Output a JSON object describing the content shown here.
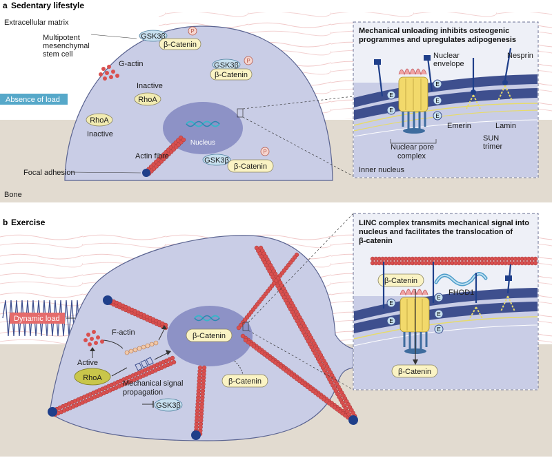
{
  "panel_a": {
    "letter": "a",
    "title": "Sedentary lifestyle",
    "labels": {
      "extracellular_matrix": "Extracellular matrix",
      "msc_line1": "Multipotent",
      "msc_line2": "mesenchymal",
      "msc_line3": "stem cell",
      "g_actin": "G-actin",
      "inactive1": "Inactive",
      "rhoa1": "RhoA",
      "rhoa2": "RhoA",
      "inactive2": "Inactive",
      "absence_of_load": "Absence of load",
      "nucleus": "Nucleus",
      "actin_fibre": "Actin fibre",
      "focal_adhesion": "Focal adhesion",
      "bone": "Bone",
      "gsk": "GSK3β",
      "beta_catenin": "β-Catenin",
      "p": "P"
    },
    "inset": {
      "title_line1": "Mechanical unloading inhibits osteogenic",
      "title_line2": "programmes and upregulates adipogenesis",
      "nuclear_envelope_1": "Nuclear",
      "nuclear_envelope_2": "envelope",
      "nesprin": "Nesprin",
      "emerin": "Emerin",
      "lamin": "Lamin",
      "npc_1": "Nuclear pore",
      "npc_2": "complex",
      "sun_1": "SUN",
      "sun_2": "trimer",
      "inner_nucleus": "Inner nucleus",
      "e": "E"
    }
  },
  "panel_b": {
    "letter": "b",
    "title": "Exercise",
    "labels": {
      "dynamic_load": "Dynamic load",
      "f_actin": "F-actin",
      "active": "Active",
      "rhoa": "RhoA",
      "msp_line1": "Mechanical signal",
      "msp_line2": "propagation",
      "gsk": "GSK3β",
      "beta_catenin_nucleus": "β-Catenin",
      "beta_catenin_cyto": "β-Catenin"
    },
    "inset": {
      "title_line1": "LINC complex transmits mechanical signal into",
      "title_line2": "nucleus and facilitates the translocation of",
      "title_line3": "β-catenin",
      "beta_catenin_top": "β-Catenin",
      "fhod1": "FHOD1",
      "beta_catenin_bottom": "β-Catenin",
      "e": "E"
    }
  },
  "colors": {
    "cell": "#c9cde6",
    "cell_stroke": "#5a6390",
    "nucleus": "#8d92c6",
    "bone": "#e2dbd0",
    "actin": "#d9504f",
    "focal": "#1f3f8a",
    "beta_cat": "#faf3c4",
    "gsk": "#c7e0ef",
    "rhoa": "#f1ebb2",
    "rhoa_active": "#c9c64a",
    "absence_badge": "#56a8c9",
    "dynamic_badge": "#e56b6b"
  }
}
